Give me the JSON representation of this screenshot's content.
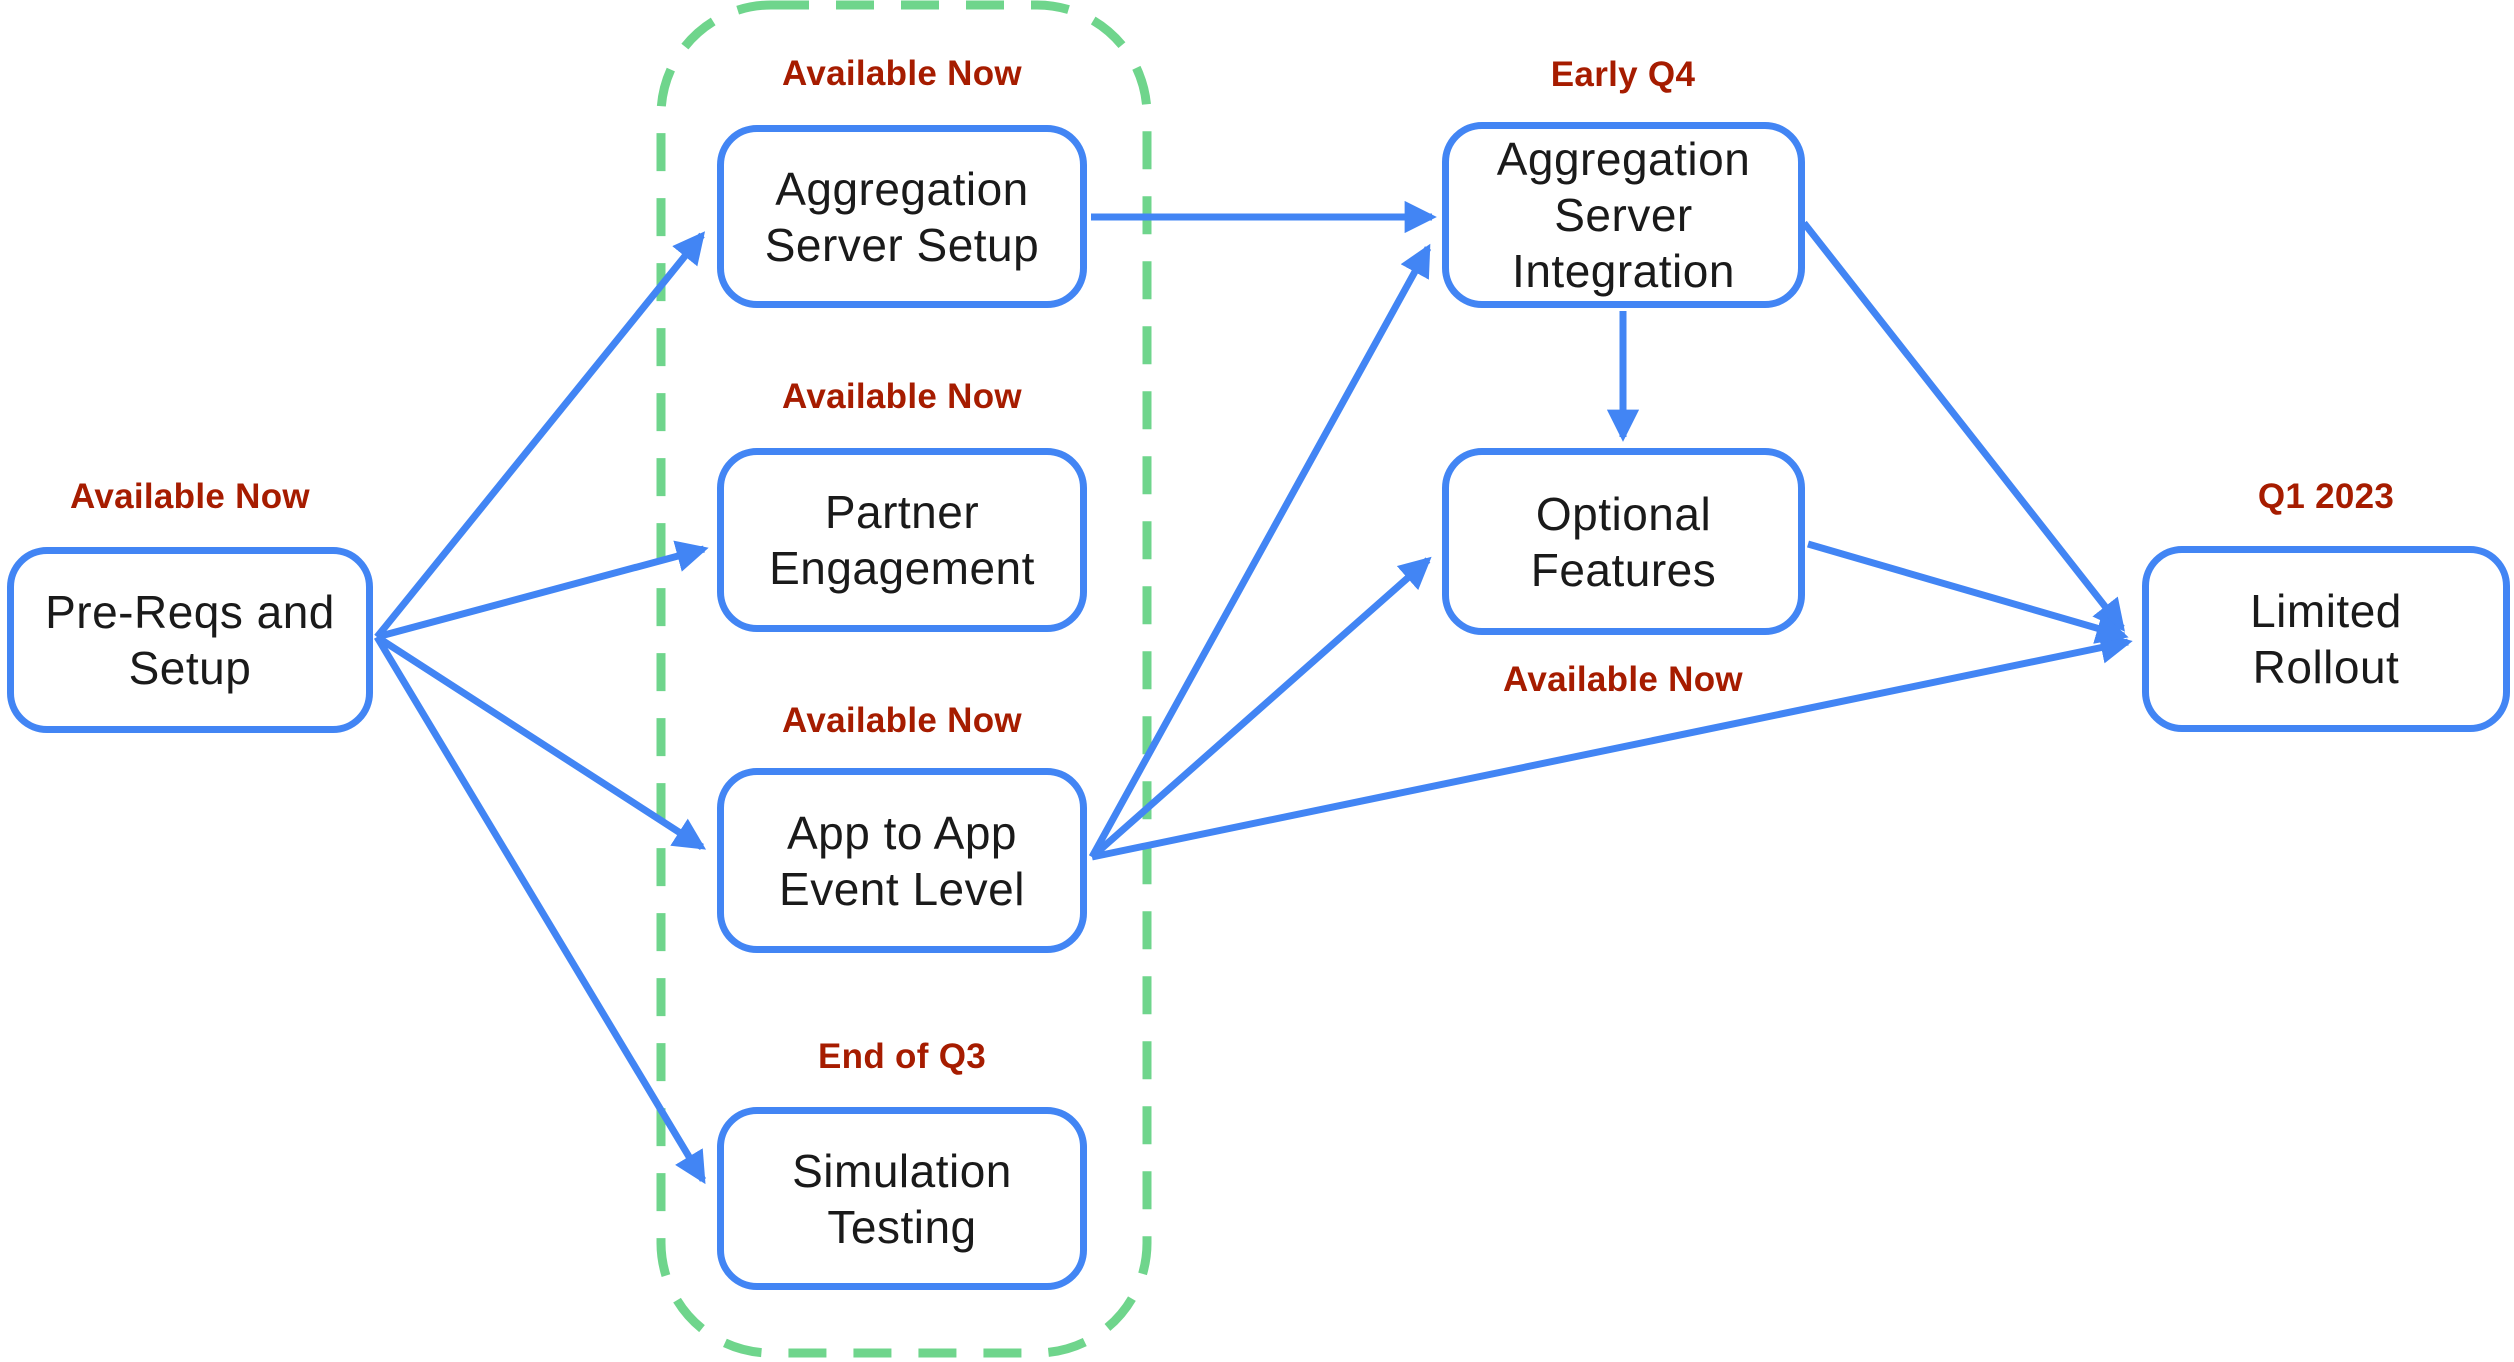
{
  "colors": {
    "accent-blue": "#4285F4",
    "dash-green": "#6FD58C",
    "status-red": "#A61C00",
    "text-dark": "#1A1A1A",
    "bg": "#FFFFFF"
  },
  "diagram": {
    "type": "flowchart-roadmap",
    "nodes": [
      {
        "id": "pre-reqs-and-setup",
        "label": "Pre-Reqs and\nSetup",
        "status": "Available Now",
        "status_position": "above"
      },
      {
        "id": "aggregation-server-setup",
        "label": "Aggregation\nServer Setup",
        "status": "Available Now",
        "status_position": "above"
      },
      {
        "id": "partner-engagement",
        "label": "Partner\nEngagement",
        "status": "Available Now",
        "status_position": "above"
      },
      {
        "id": "app-to-app-event-level",
        "label": "App to App\nEvent Level",
        "status": "Available Now",
        "status_position": "above"
      },
      {
        "id": "simulation-testing",
        "label": "Simulation\nTesting",
        "status": "End of Q3",
        "status_position": "above"
      },
      {
        "id": "aggregation-server-integration",
        "label": "Aggregation\nServer\nIntegration",
        "status": "Early Q4",
        "status_position": "above"
      },
      {
        "id": "optional-features",
        "label": "Optional\nFeatures",
        "status": "Available Now",
        "status_position": "below"
      },
      {
        "id": "limited-rollout",
        "label": "Limited\nRollout",
        "status": "Q1 2023",
        "status_position": "above"
      }
    ],
    "group": {
      "style": "green-dashed-rounded",
      "contains": [
        "aggregation-server-setup",
        "partner-engagement",
        "app-to-app-event-level",
        "simulation-testing"
      ]
    },
    "edges": [
      {
        "from": "pre-reqs-and-setup",
        "to": "aggregation-server-setup"
      },
      {
        "from": "pre-reqs-and-setup",
        "to": "partner-engagement"
      },
      {
        "from": "pre-reqs-and-setup",
        "to": "app-to-app-event-level"
      },
      {
        "from": "pre-reqs-and-setup",
        "to": "simulation-testing"
      },
      {
        "from": "aggregation-server-setup",
        "to": "aggregation-server-integration"
      },
      {
        "from": "app-to-app-event-level",
        "to": "aggregation-server-integration"
      },
      {
        "from": "app-to-app-event-level",
        "to": "optional-features"
      },
      {
        "from": "app-to-app-event-level",
        "to": "limited-rollout"
      },
      {
        "from": "aggregation-server-integration",
        "to": "optional-features"
      },
      {
        "from": "aggregation-server-integration",
        "to": "limited-rollout"
      },
      {
        "from": "optional-features",
        "to": "limited-rollout"
      }
    ]
  }
}
